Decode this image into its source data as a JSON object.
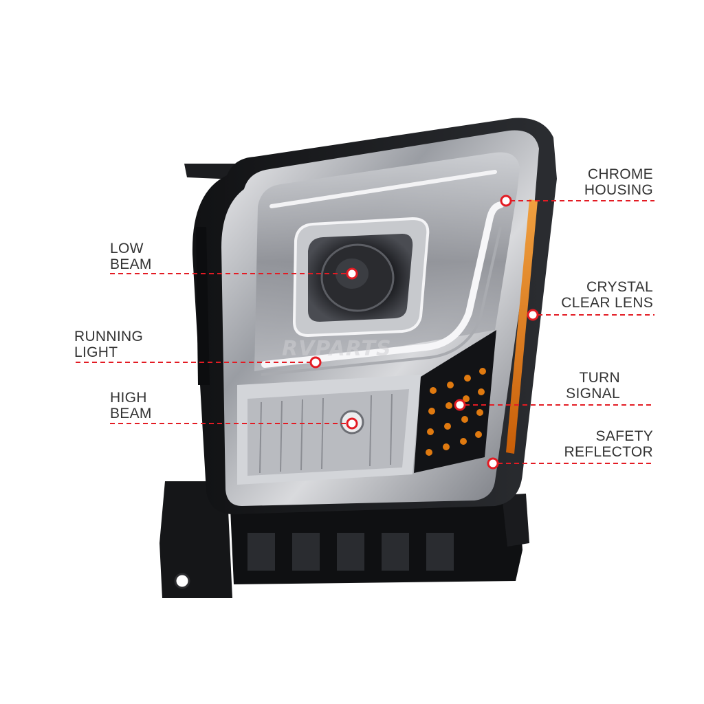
{
  "callouts": [
    {
      "id": "low-beam",
      "side": "left",
      "lines": [
        "LOW",
        "BEAM"
      ]
    },
    {
      "id": "running-light",
      "side": "left",
      "lines": [
        "RUNNING",
        "LIGHT"
      ]
    },
    {
      "id": "high-beam",
      "side": "left",
      "lines": [
        "HIGH",
        "BEAM"
      ]
    },
    {
      "id": "chrome-housing",
      "side": "right",
      "lines": [
        "CHROME",
        "HOUSING"
      ]
    },
    {
      "id": "crystal-clear-lens",
      "side": "right",
      "lines": [
        "CRYSTAL",
        "CLEAR LENS"
      ]
    },
    {
      "id": "turn-signal",
      "side": "right",
      "lines": [
        "TURN",
        "SIGNAL"
      ]
    },
    {
      "id": "safety-reflector",
      "side": "right",
      "lines": [
        "SAFETY",
        "REFLECTOR"
      ]
    }
  ],
  "watermark": "RVPARTS",
  "colors": {
    "accent": "#e31b23",
    "label_text": "#333333",
    "amber": "#e07a10"
  }
}
